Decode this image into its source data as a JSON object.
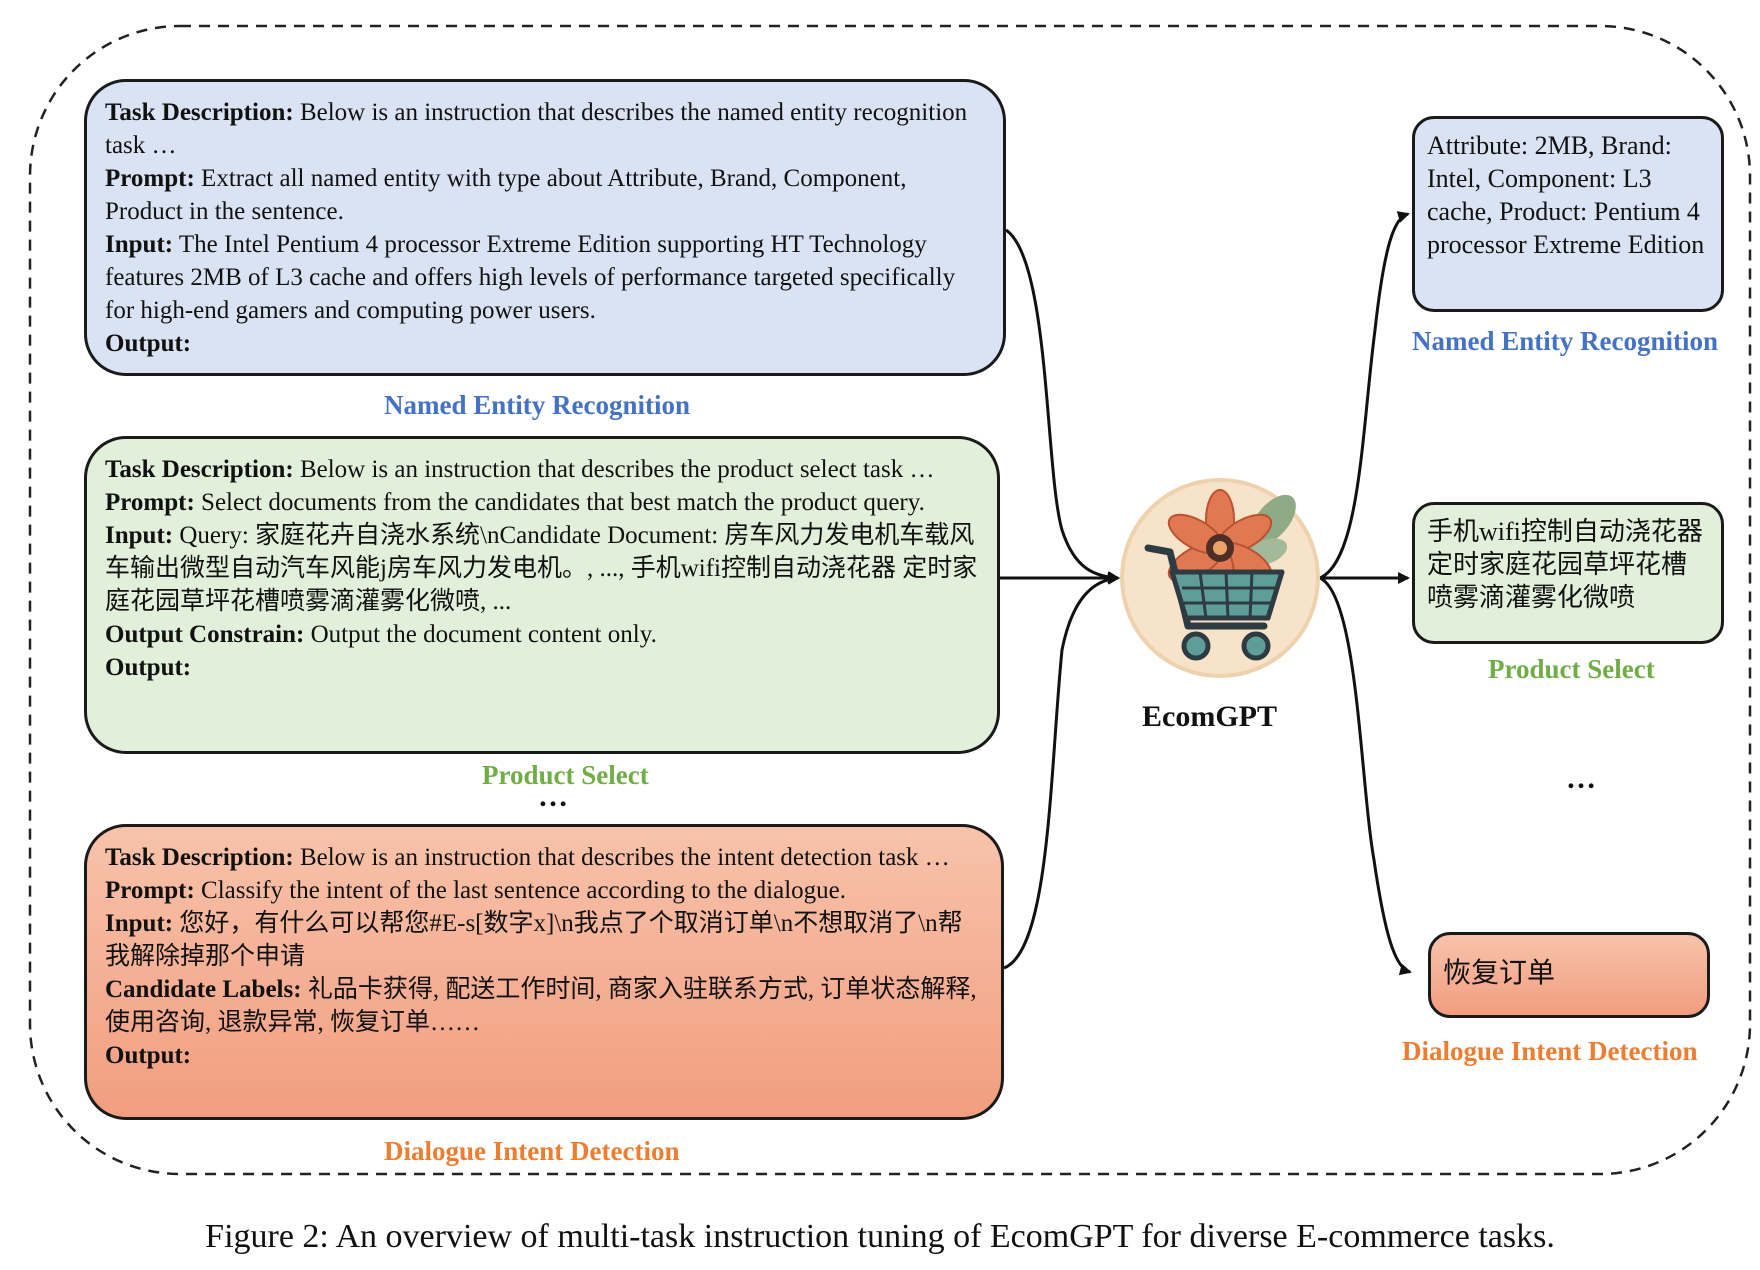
{
  "inputs": [
    {
      "task": "ner",
      "lines": [
        {
          "k": "Task Description:",
          "v": " Below is an instruction that describes the named entity recognition task …"
        },
        {
          "k": "Prompt:",
          "v": " Extract all named entity with type about Attribute, Brand, Component, Product in the sentence."
        },
        {
          "k": "Input:",
          "v": " The Intel Pentium 4 processor Extreme Edition supporting HT Technology features 2MB of L3 cache and offers high levels of performance targeted specifically for high-end gamers and computing power users."
        },
        {
          "k": "Output:",
          "v": ""
        }
      ],
      "label": "Named Entity Recognition"
    },
    {
      "task": "product-select",
      "lines": [
        {
          "k": "Task Description:",
          "v": " Below is an instruction that describes the product select task …"
        },
        {
          "k": "Prompt:",
          "v": " Select documents from the candidates that best match the product query."
        },
        {
          "k": "Input:",
          "v": " Query: 家庭花卉自浇水系统\\nCandidate Document: 房车风力发电机车载风车输出微型自动汽车风能j房车风力发电机。, ..., 手机wifi控制自动浇花器 定时家庭花园草坪花槽喷雾滴灌雾化微喷, ..."
        },
        {
          "k": "Output Constrain:",
          "v": " Output the document content only."
        },
        {
          "k": "Output:",
          "v": ""
        }
      ],
      "label": "Product Select"
    },
    {
      "task": "intent",
      "lines": [
        {
          "k": "Task Description:",
          "v": " Below is an instruction that describes the intent detection task …"
        },
        {
          "k": "Prompt:",
          "v": " Classify the intent of the last sentence according to the dialogue."
        },
        {
          "k": "Input:",
          "v": " 您好，有什么可以帮您#E-s[数字x]\\n我点了个取消订单\\n不想取消了\\n帮我解除掉那个申请"
        },
        {
          "k": "Candidate Labels:",
          "v": " 礼品卡获得, 配送工作时间, 商家入驻联系方式, 订单状态解释, 使用咨询, 退款异常, 恢复订单……"
        },
        {
          "k": "Output:",
          "v": ""
        }
      ],
      "label": "Dialogue Intent Detection"
    }
  ],
  "input_ellipsis": "…",
  "model": {
    "name": "EcomGPT",
    "icon": "shopping-cart-with-flower"
  },
  "outputs": [
    {
      "text": "Attribute: 2MB, Brand: Intel, Component: L3 cache, Product: Pentium 4 processor Extreme Edition",
      "label": "Named Entity Recognition"
    },
    {
      "text": "手机wifi控制自动浇花器 定时家庭花园草坪花槽喷雾滴灌雾化微喷",
      "label": "Product Select"
    },
    {
      "text": "恢复订单",
      "label": "Dialogue Intent Detection"
    }
  ],
  "output_ellipsis": "…",
  "caption": "Figure 2: An overview of multi-task instruction tuning of EcomGPT for diverse E-commerce tasks.",
  "colors": {
    "blue": "#4472c4",
    "green": "#70ad47",
    "orange": "#ed7d31",
    "blue_fill": "#dae3f3",
    "green_fill": "#e2efda",
    "orange_fill": "#f4b093"
  }
}
